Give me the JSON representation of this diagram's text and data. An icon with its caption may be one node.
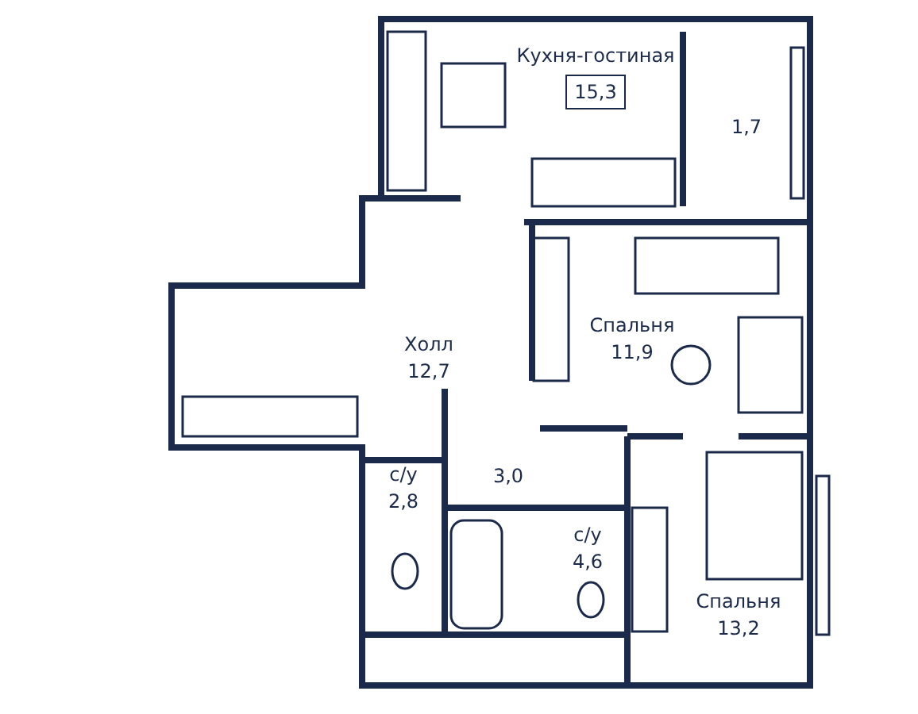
{
  "diagram": {
    "nodes": [
      {
        "text": [
          "Кухня-гостиная",
          "15,3"
        ]
      },
      {
        "text": [
          "1,7"
        ]
      },
      {
        "text": [
          "Спальня",
          "11,9"
        ]
      },
      {
        "text": [
          "Холл",
          "12,7"
        ]
      },
      {
        "text": [
          "с/у",
          "2,8"
        ]
      },
      {
        "text": [
          "3,0"
        ]
      },
      {
        "text": [
          "с/у",
          "4,6"
        ]
      },
      {
        "text": [
          "Спальня",
          "13,2"
        ]
      }
    ]
  }
}
